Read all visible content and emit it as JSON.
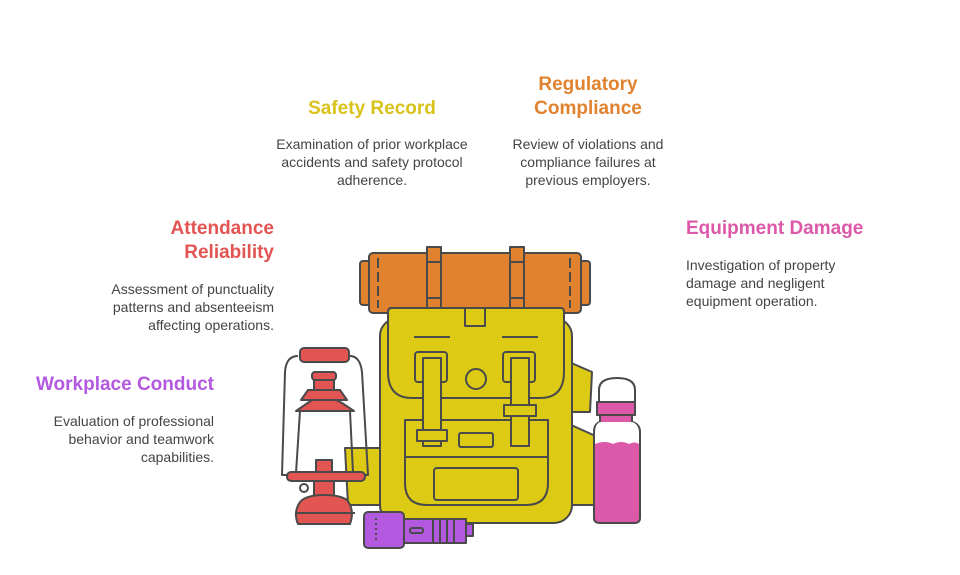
{
  "colors": {
    "yellow": "#DDCA15",
    "orange": "#E0822E",
    "red": "#E25552",
    "pink": "#DC58A8",
    "purple": "#B359E0",
    "outline": "#4A4A4A"
  },
  "items": [
    {
      "title": "Safety Record",
      "description": "Examination of prior workplace accidents and safety protocol adherence.",
      "color": "#D9C21A",
      "icon": "backpack-icon"
    },
    {
      "title": "Regulatory Compliance",
      "description": "Review of violations and compliance failures at previous employers.",
      "color": "#E0822E",
      "icon": "bedroll-icon"
    },
    {
      "title": "Attendance Reliability",
      "description": "Assessment of punctuality patterns and absenteeism affecting operations.",
      "color": "#E25552",
      "icon": "lantern-icon"
    },
    {
      "title": "Equipment Damage",
      "description": "Investigation of property damage and negligent equipment operation.",
      "color": "#DC58A8",
      "icon": "water-bottle-icon"
    },
    {
      "title": "Workplace Conduct",
      "description": "Evaluation of professional behavior and teamwork capabilities.",
      "color": "#B359E0",
      "icon": "flashlight-icon"
    }
  ]
}
